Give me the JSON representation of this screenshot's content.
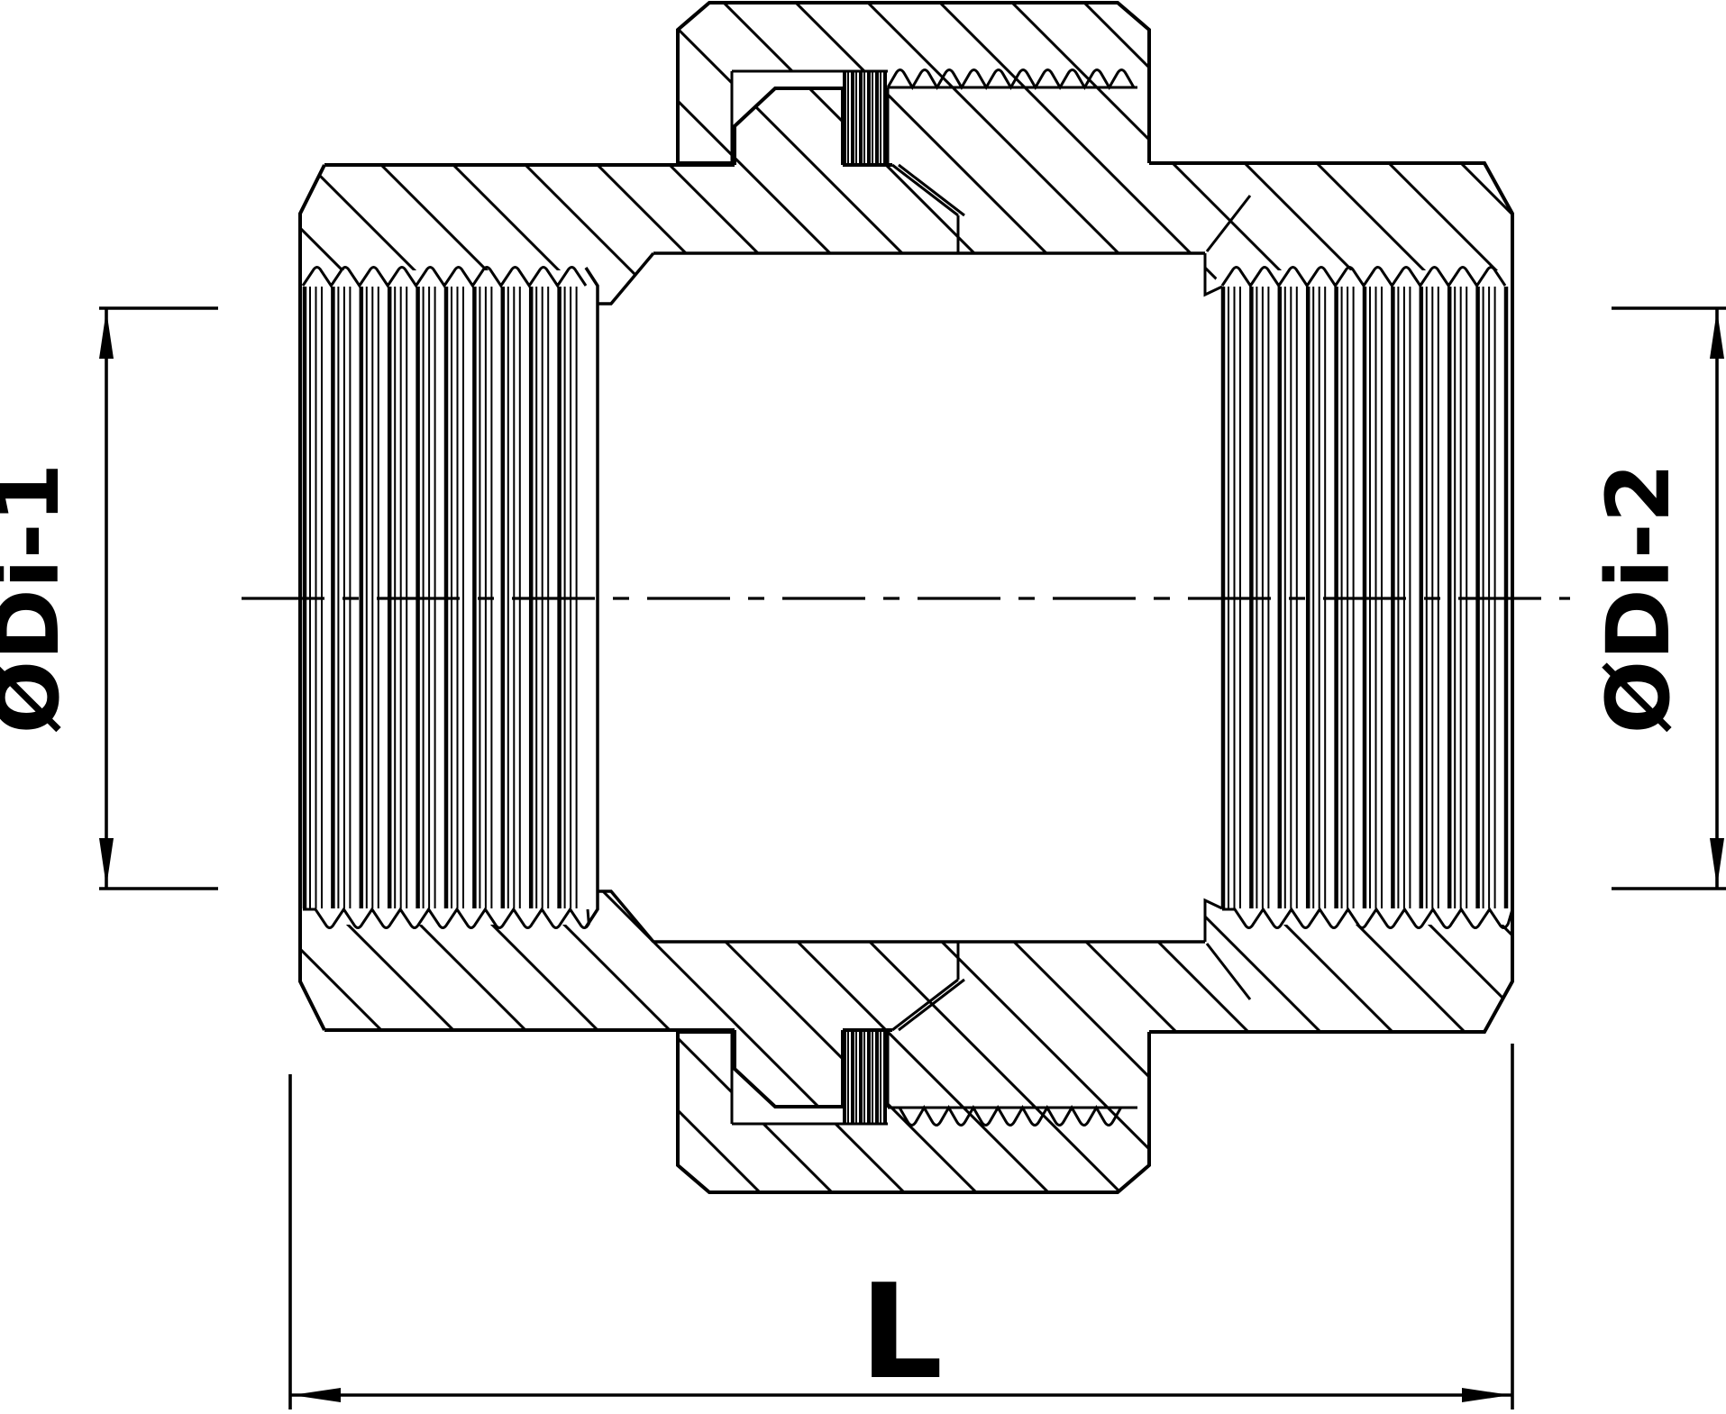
{
  "drawing": {
    "kind": "sectional technical drawing of a threaded union fitting",
    "colors": {
      "line": "#000000",
      "background": "#ffffff"
    },
    "dimensions": {
      "di1": {
        "label": "ØDi-1",
        "side": "left"
      },
      "di2": {
        "label": "ØDi-2",
        "side": "right"
      },
      "length": {
        "label": "L",
        "side": "bottom"
      }
    }
  }
}
